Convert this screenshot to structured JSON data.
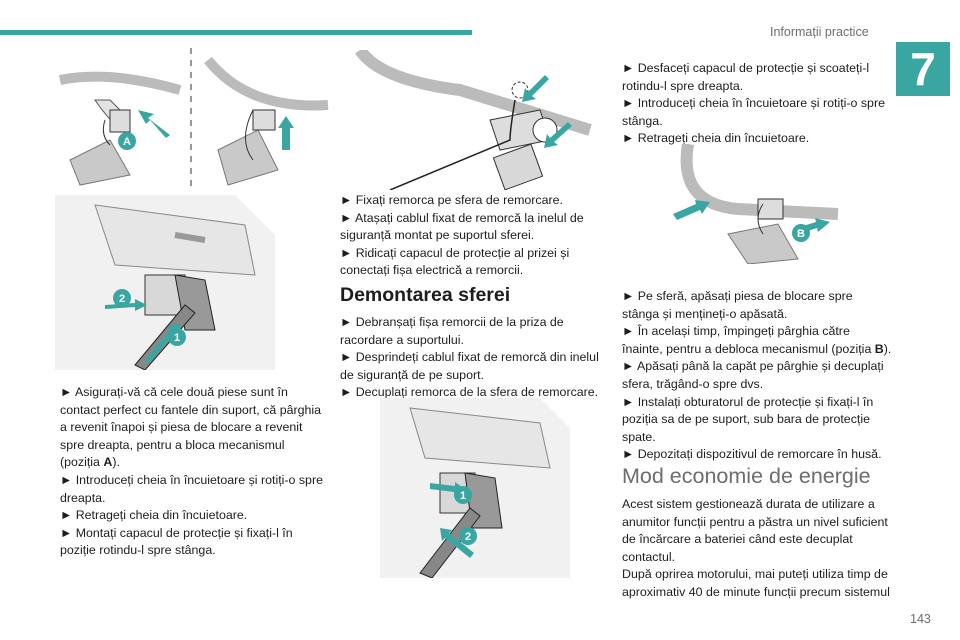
{
  "header": {
    "section_title": "Informații practice",
    "chapter_number": "7",
    "page_number": "143"
  },
  "figures": {
    "fig1_label": "A",
    "fig3_label_1": "1",
    "fig3_label_2": "2",
    "fig5_label_1": "1",
    "fig5_label_2": "2",
    "fig6_label": "B"
  },
  "col1": {
    "p1": "► Asigurați-vă că cele două piese sunt în contact perfect cu fantele din suport, că pârghia a revenit înapoi și piesa de blocare a revenit spre dreapta, pentru a bloca mecanismul (poziția",
    "p1_bold": "A",
    "p1_end": ").",
    "p2": "► Introduceți cheia în încuietoare și rotiți-o spre dreapta.",
    "p3": "► Retrageți cheia din încuietoare.",
    "p4": "► Montați capacul de protecție și fixați-l în poziție rotindu-l spre stânga."
  },
  "col2": {
    "p1": "► Fixați remorca pe sfera de remorcare.",
    "p2": "► Atașați cablul fixat de remorcă la inelul de siguranță montat pe suportul sferei.",
    "p3": "► Ridicați capacul de protecție al prizei și conectați fișa electrică a remorcii.",
    "heading": "Demontarea sferei",
    "p4": "► Debranșați fișa remorcii de la priza de racordare a suportului.",
    "p5": "► Desprindeți cablul fixat de remorcă din inelul de siguranță de pe suport.",
    "p6": "► Decuplați remorca de la sfera de remorcare."
  },
  "col3": {
    "p1": "► Desfaceți capacul de protecție și scoateți-l rotindu-l spre dreapta.",
    "p2": "► Introduceți cheia în încuietoare și rotiți-o spre stânga.",
    "p3": "► Retrageți cheia din încuietoare.",
    "p4": "► Pe sferă, apăsați piesa de blocare spre stânga și mențineți-o apăsată.",
    "p5": "► În același timp, împingeți pârghia către înainte, pentru a debloca mecanismul (poziția",
    "p5_bold": "B",
    "p5_end": ").",
    "p6": "► Apăsați până la capăt pe pârghie și decuplați sfera, trăgând-o spre dvs.",
    "p7": "► Instalați obturatorul de protecție și fixați-l în poziția sa de pe suport, sub bara de protecție spate.",
    "p8": "► Depozitați dispozitivul de remorcare în husă.",
    "heading": "Mod economie de energie",
    "p9": "Acest sistem gestionează durata de utilizare a anumitor funcții pentru a păstra un nivel suficient de încărcare a bateriei când este decuplat contactul.",
    "p10": "După oprirea motorului, mai puteți utiliza timp de aproximativ 40 de minute funcții precum sistemul"
  },
  "colors": {
    "accent": "#3aa6a2",
    "text": "#1d1d1b",
    "muted": "#6d6d6d"
  }
}
